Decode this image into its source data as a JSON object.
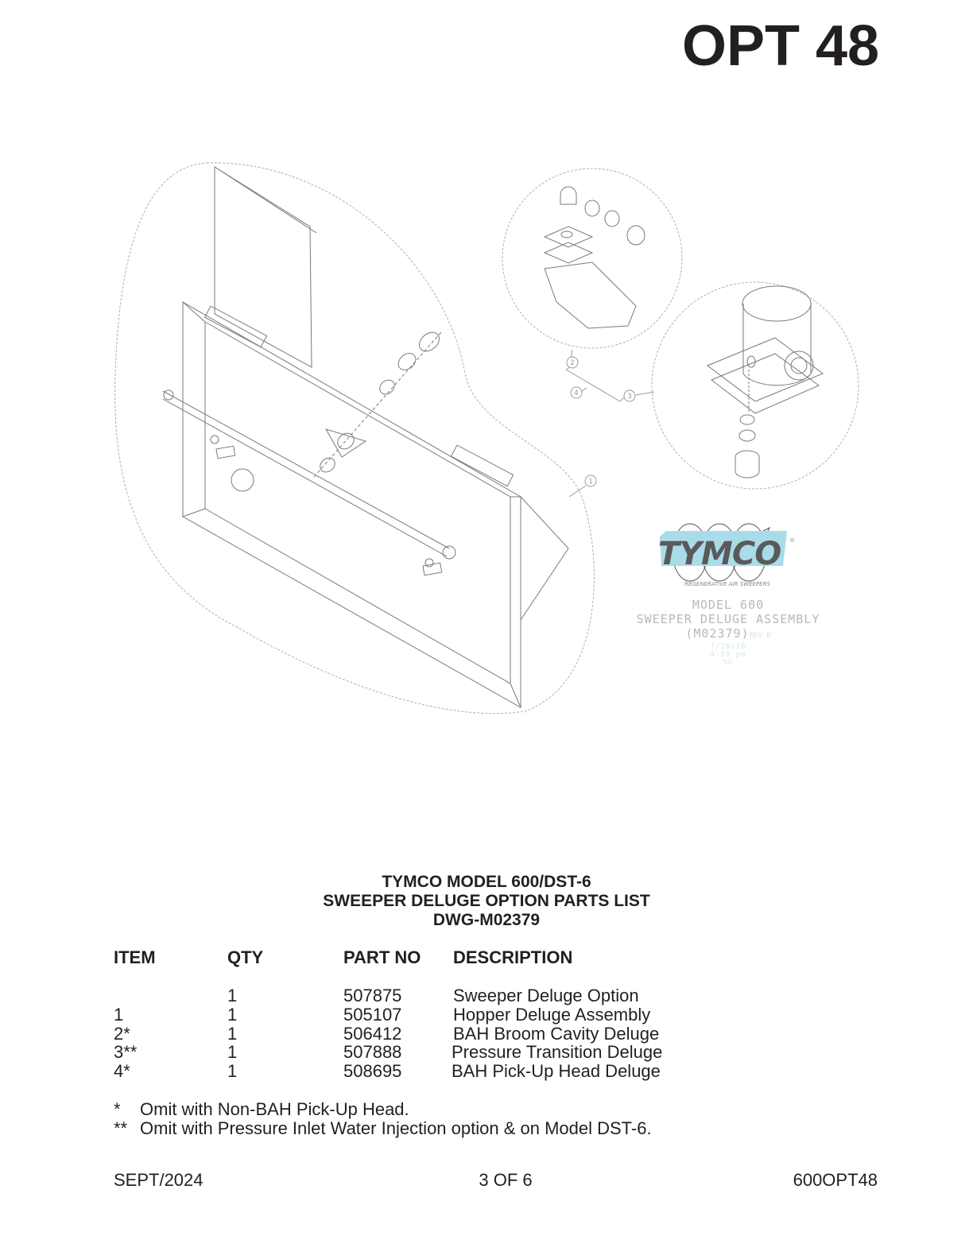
{
  "header": {
    "option_label": "OPT 48"
  },
  "drawing": {
    "callouts": [
      "1",
      "2",
      "3",
      "4"
    ],
    "logo": {
      "brand": "TYMCO",
      "tagline": "REGENERATIVE AIR SWEEPERS",
      "registered": "®"
    },
    "title_block": {
      "model": "MODEL 600",
      "assembly": "SWEEPER DELUGE ASSEMBLY",
      "drawing_number": "(M02379)",
      "revision": "REV B",
      "date": "7/20/16",
      "time": "4:09 pm",
      "initials": "SC"
    }
  },
  "parts_list": {
    "title_lines": [
      "TYMCO MODEL 600/DST-6",
      "SWEEPER DELUGE OPTION PARTS LIST",
      "DWG-M02379"
    ],
    "columns": [
      "ITEM",
      "QTY",
      "PART NO",
      "DESCRIPTION"
    ],
    "rows": [
      {
        "item": "",
        "qty": "1",
        "part_no": "507875",
        "description": "Sweeper Deluge Option"
      },
      {
        "item": "1",
        "qty": "1",
        "part_no": "505107",
        "description": "Hopper Deluge Assembly"
      },
      {
        "item": "2*",
        "qty": "1",
        "part_no": "506412",
        "description": "BAH Broom Cavity Deluge"
      },
      {
        "item": "3**",
        "qty": "1",
        "part_no": "507888",
        "description": "Pressure Transition Deluge"
      },
      {
        "item": "4*",
        "qty": "1",
        "part_no": "508695",
        "description": "BAH Pick-Up Head Deluge"
      }
    ],
    "notes": [
      {
        "mark": "*",
        "text": "Omit with Non-BAH Pick-Up Head."
      },
      {
        "mark": "**",
        "text": "Omit with Pressure Inlet Water Injection option & on Model DST-6."
      }
    ]
  },
  "footer": {
    "date": "SEPT/2024",
    "page": "3 OF 6",
    "doc_id": "600OPT48"
  },
  "colors": {
    "text": "#231f20",
    "drawing_line": "#8a8a8a",
    "logo_cyan": "#a8dce8",
    "logo_gray": "#5a5a5a"
  }
}
